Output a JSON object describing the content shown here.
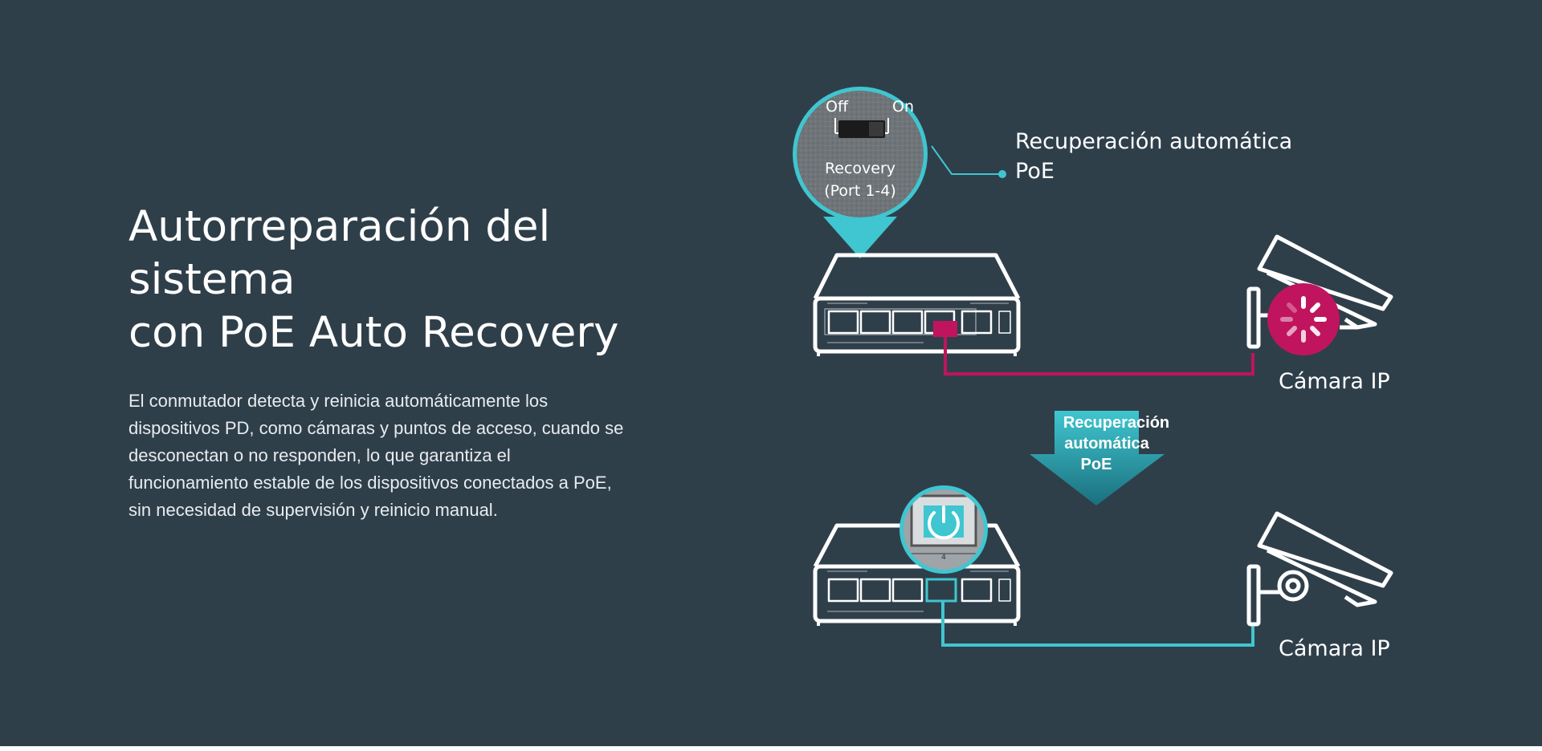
{
  "headline": {
    "line1": "Autorreparación del",
    "line2": "sistema",
    "line3": "con PoE Auto Recovery"
  },
  "description": {
    "line1": "El conmutador detecta y reinicia automáticamente los",
    "line2": "dispositivos PD, como cámaras y puntos de acceso, cuando se",
    "line3": "desconectan o no responden, lo que garantiza el",
    "line4": "funcionamiento estable de los dispositivos conectados a PoE,",
    "line5": "sin necesidad de supervisión y reinicio manual."
  },
  "diagram": {
    "zoom": {
      "off_label": "Off",
      "on_label": "On",
      "switch_label": "Recovery",
      "port_label": "(Port 1-4)"
    },
    "callout": {
      "line1": "Recuperación automática",
      "line2": "PoE"
    },
    "arrow": {
      "line1": "Recuperación",
      "line2": "automática",
      "line3": "PoE"
    },
    "camera_label_top": "Cámara IP",
    "camera_label_bottom": "Cámara IP",
    "port_zoom_number": "4"
  },
  "colors": {
    "background": "#2f3f4a",
    "accent_teal": "#3fc6d0",
    "fault_magenta": "#c0145f",
    "outline": "#ffffff"
  },
  "icons": [
    "recovery-switch-zoom",
    "poe-switch-icon",
    "ip-camera-icon",
    "loading-spinner-icon",
    "power-restart-icon",
    "down-arrow-icon"
  ]
}
